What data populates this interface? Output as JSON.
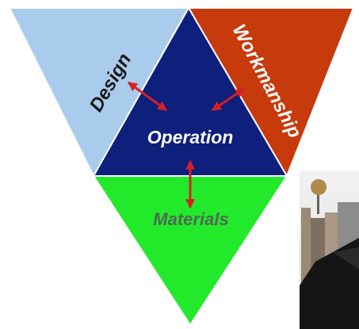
{
  "diagram": {
    "labels": {
      "design": "Design",
      "workmanship": "Workmanship",
      "operation": "Operation",
      "materials": "Materials"
    },
    "colors": {
      "design": "#a9ccec",
      "workmanship": "#c73a0b",
      "operation": "#0e1f7c",
      "materials": "#22ea2a",
      "arrow": "#d42028",
      "operation_text": "#ffffff",
      "materials_text": "#4e6a4f",
      "side_text": "#ffffff",
      "design_text": "#1a1a1a"
    }
  }
}
